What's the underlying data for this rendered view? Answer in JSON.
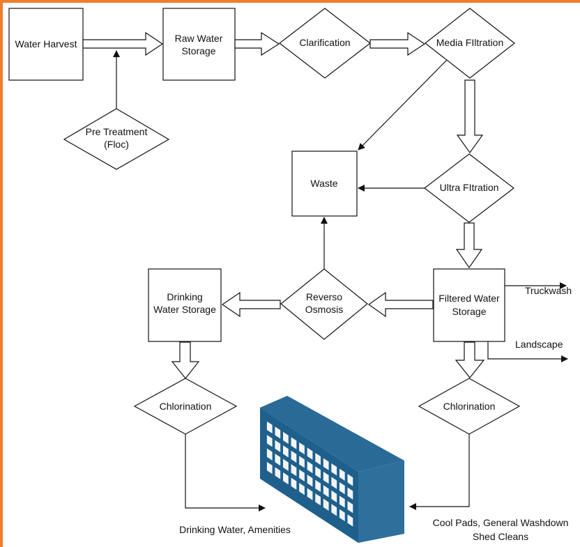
{
  "diagram": {
    "nodes": {
      "water_harvest": "Water Harvest",
      "raw_water_storage": [
        "Raw Water",
        "Storage"
      ],
      "clarification": "Clarification",
      "media_filtration": "Media FIltration",
      "pre_treatment": [
        "Pre Treatment",
        "(Floc)"
      ],
      "waste": "Waste",
      "ultra_filtration": "Ultra FItration",
      "filtered_water_storage": [
        "Filtered Water",
        "Storage"
      ],
      "reverse_osmosis": [
        "Reverso",
        "Osmosis"
      ],
      "drinking_water_storage": [
        "Drinking",
        "Water Storage"
      ],
      "chlorination_left": "Chlorination",
      "chlorination_right": "Chlorination"
    },
    "outputs": {
      "truckwash": "Truckwash",
      "landscape": "Landscape",
      "drinking_water": "Drinking Water, Amenities",
      "cool_pads": [
        "Cool Pads, General Washdown",
        "Shed Cleans"
      ]
    },
    "colors": {
      "frame": "#f07d2a",
      "building_front": "#1f5f8b",
      "building_side": "#2f6f9c",
      "building_top": "#2a6a96",
      "windows": "#f2f5f8"
    },
    "icons": {
      "building": "building-icon"
    }
  }
}
